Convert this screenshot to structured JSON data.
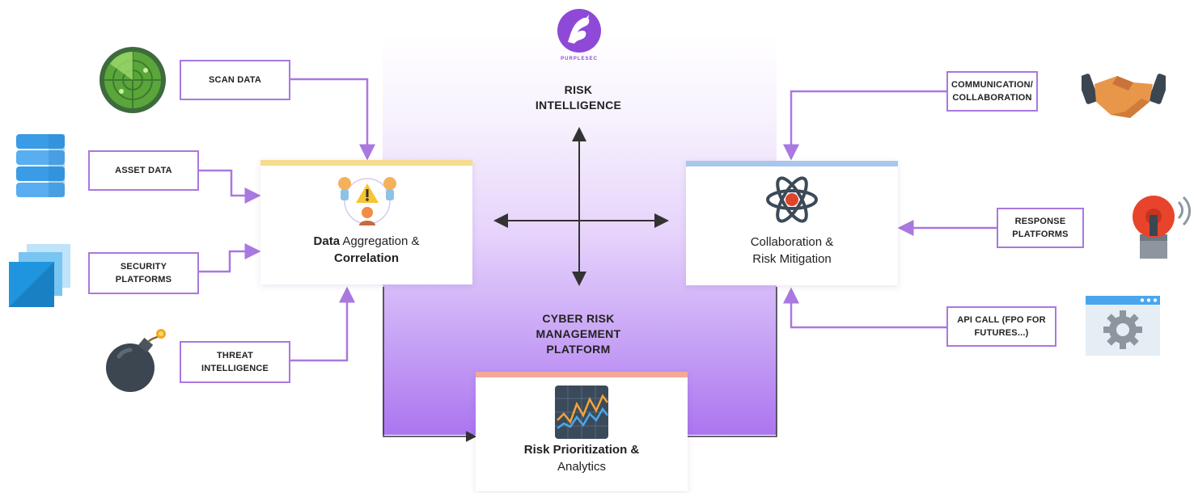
{
  "center": {
    "logo_text": "PURPLESEC",
    "top_label_line1": "RISK",
    "top_label_line2": "INTELLIGENCE",
    "platform_line1": "CYBER RISK",
    "platform_line2": "MANAGEMENT",
    "platform_line3": "PLATFORM"
  },
  "cards": {
    "aggregation": {
      "title_bold": "Data",
      "title_rest": " Aggregation &",
      "title_line2": "Correlation"
    },
    "collaboration": {
      "title_line1": "Collaboration &",
      "title_line2": "Risk Mitigation"
    },
    "prioritization": {
      "title_line1": "Risk Prioritization &",
      "title_line2": "Analytics"
    }
  },
  "inputs": {
    "scan": {
      "line1": "SCAN DATA"
    },
    "asset": {
      "line1": "ASSET DATA"
    },
    "security": {
      "line1": "SECURITY",
      "line2": "PLATFORMS"
    },
    "threat": {
      "line1": "THREAT",
      "line2": "INTELLIGENCE"
    }
  },
  "outputs": {
    "communication": {
      "line1": "COMMUNICATION/",
      "line2": "COLLABORATION"
    },
    "response": {
      "line1": "RESPONSE",
      "line2": "PLATFORMS"
    },
    "api": {
      "line1": "API CALL (FPO FOR",
      "line2": "FUTURES...)"
    }
  },
  "colors": {
    "accent_purple": "#a978e0",
    "aggregation_bar": "#f6dc8c",
    "collaboration_bar": "#a9c6ec",
    "prioritization_bar": "#f4a896",
    "logo_purple": "#8e49d6"
  },
  "icons": [
    "radar-icon",
    "database-icon",
    "layers-icon",
    "bomb-icon",
    "handshake-icon",
    "alarm-bell-icon",
    "gear-window-icon",
    "atom-icon",
    "people-warning-icon",
    "chart-icon",
    "purplesec-logo-icon"
  ]
}
